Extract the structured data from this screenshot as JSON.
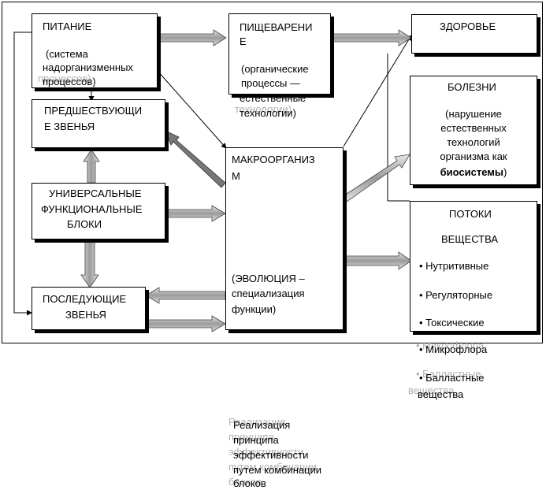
{
  "nutrition": {
    "title": "ПИТАНИЕ",
    "sub1": "(система",
    "sub2": "надорганизменных",
    "sub3": "процессов)"
  },
  "digestion": {
    "title1": "ПИЩЕВАРЕНИ",
    "title2": "Е",
    "sub1": "(органические",
    "sub2": "процессы —",
    "sub3": "естественные",
    "sub4": "технологии)"
  },
  "health": {
    "title": "ЗДОРОВЬЕ"
  },
  "diseases": {
    "title": "БОЛЕЗНИ",
    "sub1": "(нарушение",
    "sub2": "естественных",
    "sub3": "технологий",
    "sub4": "организма как",
    "sub5_bold": "биосистемы",
    "sub5_end": ")"
  },
  "preceding": {
    "line1": "ПРЕДШЕСТВУЮЩИ",
    "line2": "Е ЗВЕНЬЯ"
  },
  "universal": {
    "line1": "УНИВЕРСАЛЬНЫЕ",
    "line2": "ФУНКЦИОНАЛЬНЫЕ",
    "line3": "БЛОКИ"
  },
  "following": {
    "line1": "ПОСЛЕДУЮЩИЕ",
    "line2": "ЗВЕНЬЯ"
  },
  "macro": {
    "title1": "МАКРООРГАНИЗ",
    "title2": "М",
    "sub1": "(ЭВОЛЮЦИЯ –",
    "sub2": "специализация",
    "sub3": "функции)"
  },
  "flows": {
    "title1": "ПОТОКИ",
    "title2": "ВЕЩЕСТВА",
    "items": [
      "Нутритивные",
      "Регуляторные",
      "Токсические",
      "Микрофлора",
      "Балластные"
    ],
    "items_tail": "вещества"
  },
  "principle": {
    "line1": "Реализация",
    "line2": "принципа",
    "line3": "эффективности",
    "line4": "путем комбинации",
    "line5": "блоков"
  },
  "colors": {
    "arrow_fill": "#b8b8b8",
    "ghost_text": "#b0b0b0"
  }
}
